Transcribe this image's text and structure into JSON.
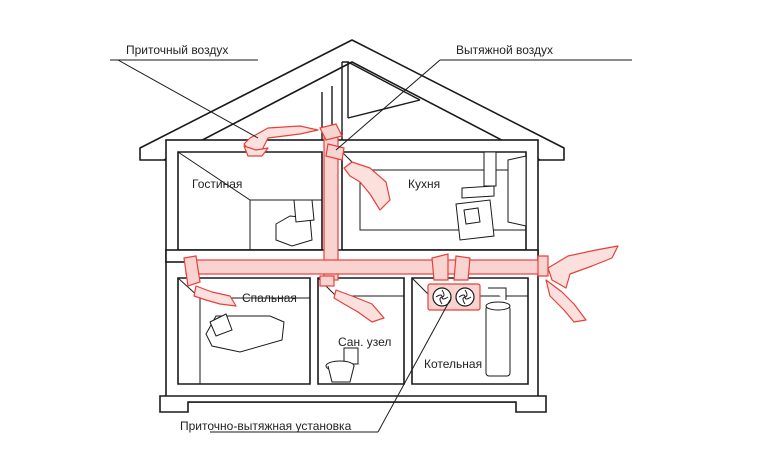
{
  "labels": {
    "supply_air": "Приточный воздух",
    "exhaust_air": "Вытяжной воздух",
    "living_room": "Гостиная",
    "kitchen": "Кухня",
    "bedroom": "Спальная",
    "bathroom": "Сан. узел",
    "boiler_room": "Котельная",
    "ventilation_unit": "Приточно-вытяжная установка"
  },
  "colors": {
    "outline": "#1a1a1a",
    "wall_fill": "#ffffff",
    "roof_fill": "#ffffff",
    "duct_stroke": "#e8403a",
    "duct_fill": "#f9d3d0",
    "arrow_fill": "#fbe0de",
    "arrow_stroke": "#e8403a"
  }
}
